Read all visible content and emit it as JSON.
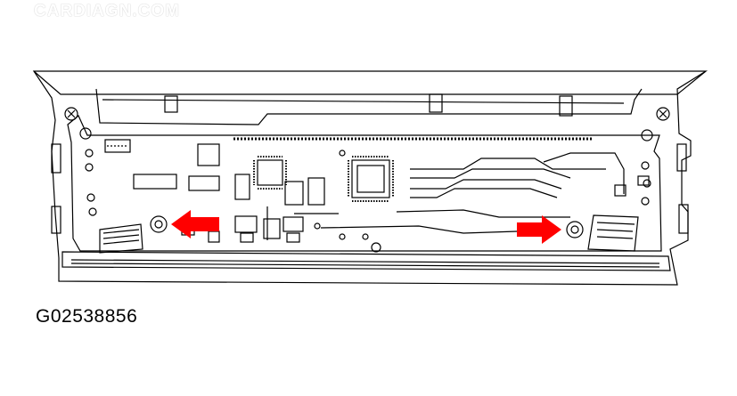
{
  "figure": {
    "id_label": "G02538856",
    "watermark_text": "CARDIAGN.COM"
  },
  "diagram": {
    "subject": "electronic-module-circuit-board",
    "callouts": [
      {
        "name": "left-fastener-arrow",
        "points_to": "left-screw",
        "direction": "left"
      },
      {
        "name": "right-fastener-arrow",
        "points_to": "right-screw",
        "direction": "right"
      }
    ]
  },
  "colors": {
    "line": "#000000",
    "background": "#ffffff",
    "arrow": "#ff0000"
  }
}
